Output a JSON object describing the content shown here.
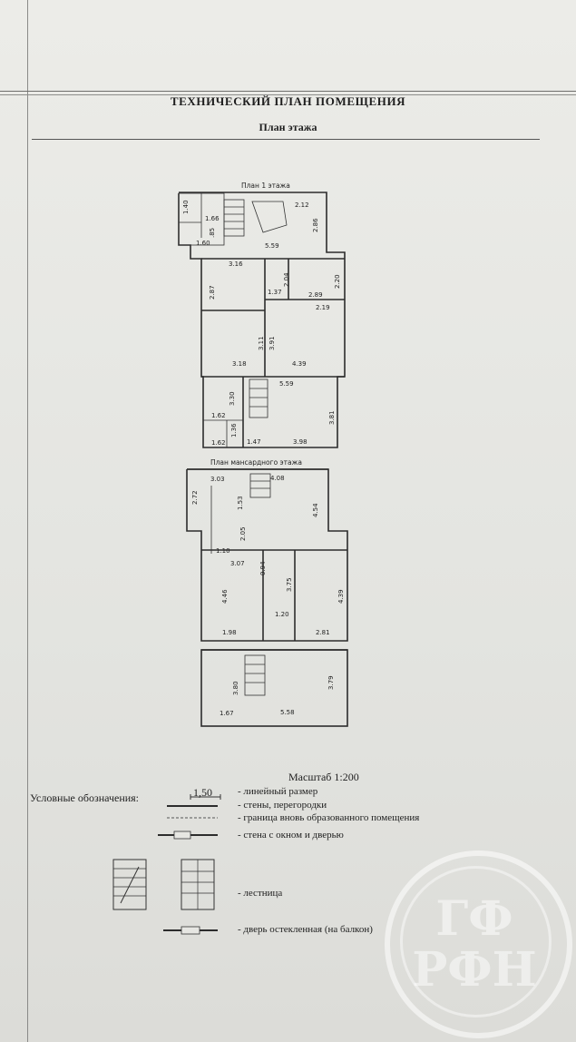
{
  "header": {
    "title": "ТЕХНИЧЕСКИЙ ПЛАН ПОМЕЩЕНИЯ",
    "subtitle": "План этажа"
  },
  "floor1": {
    "caption": "План 1 этажа",
    "dims": [
      "1.40",
      "1.66",
      "1.60",
      ".85",
      "2.12",
      "2.86",
      "5.59",
      "3.16",
      "2.04",
      "2.20",
      "2.87",
      "1.37",
      "2.89",
      "2.19",
      "3.11",
      "3.91",
      "3.18",
      "4.39",
      "5.59",
      "3.30",
      "1.62",
      "3.81",
      "1.36",
      "1.62",
      "1.47",
      "3.98"
    ]
  },
  "floor2": {
    "caption": "План мансардного этажа",
    "dims": [
      "3.03",
      "4.08",
      "2.72",
      "1.53",
      "4.54",
      "2.05",
      "1.10",
      "3.07",
      "0.94",
      "3.75",
      "4.46",
      "4.39",
      "1.20",
      "1.98",
      "2.81",
      "3.80",
      "3.79",
      "1.67",
      "5.58"
    ]
  },
  "scale": "Масштаб 1:200",
  "legend": {
    "title": "Условные обозначения:",
    "sample_value": "1,50",
    "items": [
      "- линейный размер",
      "- стены, перегородки",
      "- граница вновь образованного помещения",
      "- стена с окном и дверью",
      "- лестница",
      "- дверь остекленная (на балкон)"
    ]
  },
  "watermark": "ГФ РФН"
}
